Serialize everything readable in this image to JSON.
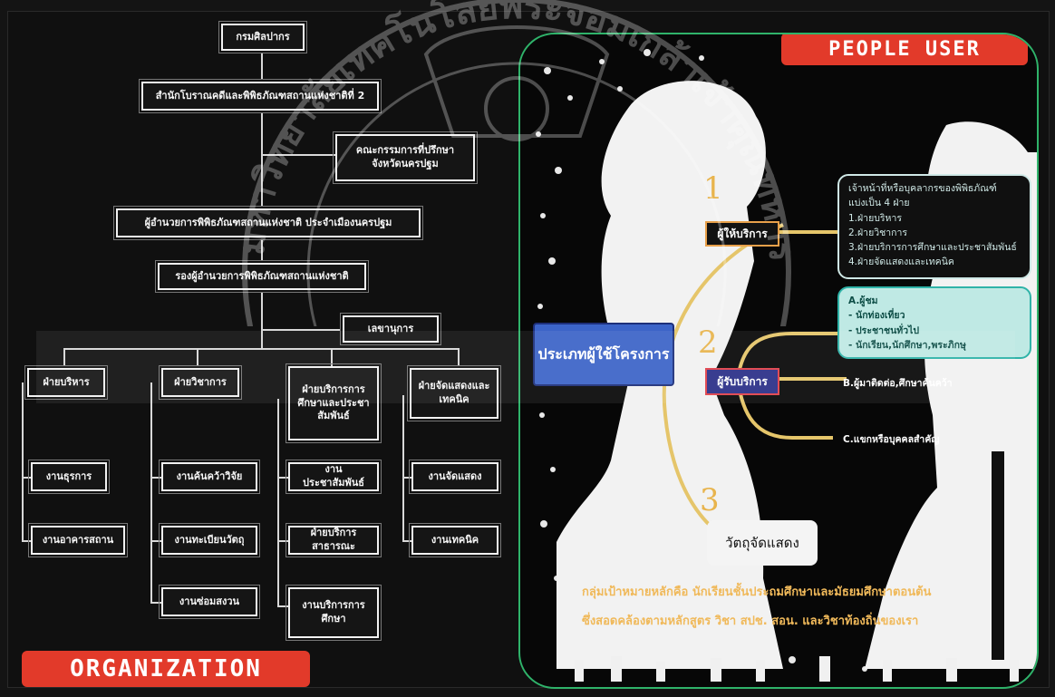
{
  "org_chart": {
    "root": "กรมศิลปากร",
    "level2": "สำนักโบราณคดีและพิพิธภัณฑสถานแห่งชาติที่ 2",
    "advisory": [
      "คณะกรรมการที่ปรึกษา",
      "จังหวัดนครปฐม"
    ],
    "director": "ผู้อำนวยการพิพิธภัณฑสถานแห่งชาติ ประจำเมืองนครปฐม",
    "deputy": "รองผู้อำนวยการพิพิธภัณฑสถานแห่งชาติ",
    "secretary": "เลขานุการ",
    "divisions": [
      {
        "name": [
          "ฝ่ายบริหาร"
        ],
        "units": [
          [
            "งานธุรการ"
          ],
          [
            "งานอาคารสถาน"
          ]
        ]
      },
      {
        "name": [
          "ฝ่ายวิชาการ"
        ],
        "units": [
          [
            "งานค้นคว้าวิจัย"
          ],
          [
            "งานทะเบียนวัตถุ"
          ],
          [
            "งานซ่อมสงวน"
          ]
        ]
      },
      {
        "name": [
          "ฝ่ายบริการการ",
          "ศึกษาและประชา",
          "สัมพันธ์"
        ],
        "units": [
          [
            "งานประชาสัมพันธ์"
          ],
          [
            "ฝ่ายบริการสาธารณะ"
          ],
          [
            "งานบริการการ",
            "ศึกษา"
          ]
        ]
      },
      {
        "name": [
          "ฝ่ายจัดแสดงและ",
          "เทคนิค"
        ],
        "units": [
          [
            "งานจัดแสดง"
          ],
          [
            "งานเทคนิค"
          ]
        ]
      }
    ],
    "tag": "ORGANIZATION"
  },
  "user_diagram": {
    "tag": "PEOPLE USER",
    "center_label": "ประเภทผู้ใช้โครงการ",
    "numbers": [
      "1",
      "2",
      "3"
    ],
    "provider_label": "ผู้ให้บริการ",
    "provider_info": [
      "เจ้าหน้าที่หรือบุคลากรของพิพิธภัณฑ์",
      "แบ่งเป็น 4 ฝ่าย",
      "1.ฝ่ายบริหาร",
      "2.ฝ่ายวิชาการ",
      "3.ฝ่ายบริการการศึกษาและประชาสัมพันธ์",
      "4.ฝ่ายจัดแสดงและเทคนิค"
    ],
    "receiver_label": "ผู้รับบริการ",
    "receiver_info": [
      "A.ผู้ชม",
      "- นักท่องเที่ยว",
      "- ประชาชนทั่วไป",
      "- นักเรียน,นักศึกษา,พระภิกษุ"
    ],
    "receiver_b": "B.ผู้มาติดต่อ,ศึกษาค้นคว้า",
    "receiver_c": "C.แขกหรือบุคคลสำคัญ",
    "exhibit_label": "วัตถุจัดแสดง",
    "caption": [
      "กลุ่มเป้าหมายหลักคือ นักเรียนชั้นประถมศึกษาและมัธยมศึกษาตอนต้น",
      "ซึ่งสอดคล้องตามหลักสูตร วิชา สปช. สอน. และวิชาท้องถิ่นของเรา"
    ]
  },
  "watermark_text": "มหาวิทยาลัยเทคโนโลยีพระจอมเกล้าเจ้าคุณทหารลาดกระบัง",
  "colors": {
    "tag_red": "#e23a2a",
    "frame_green": "#2fb36a",
    "accent_gold": "#e8b44d",
    "box_blue": "#3c64c8"
  }
}
